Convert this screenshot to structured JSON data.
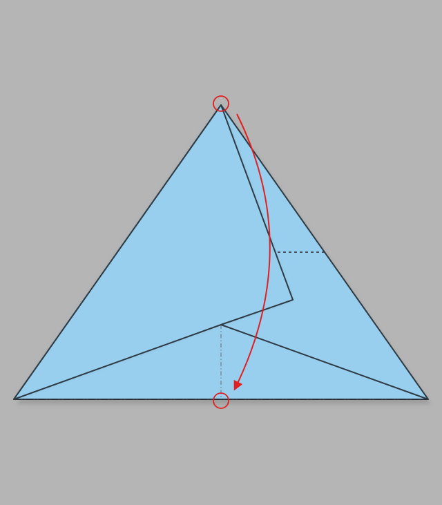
{
  "colors": {
    "background": "#b5b5b5",
    "paper_fill": "#99cfee",
    "paper_edge": "#2e3a44",
    "fold_line": "#2a2f36",
    "annotation": "#e02020"
  },
  "annotations": {
    "source_marker": "red-circle",
    "target_marker": "red-circle",
    "direction": "fold-down-arrow"
  }
}
